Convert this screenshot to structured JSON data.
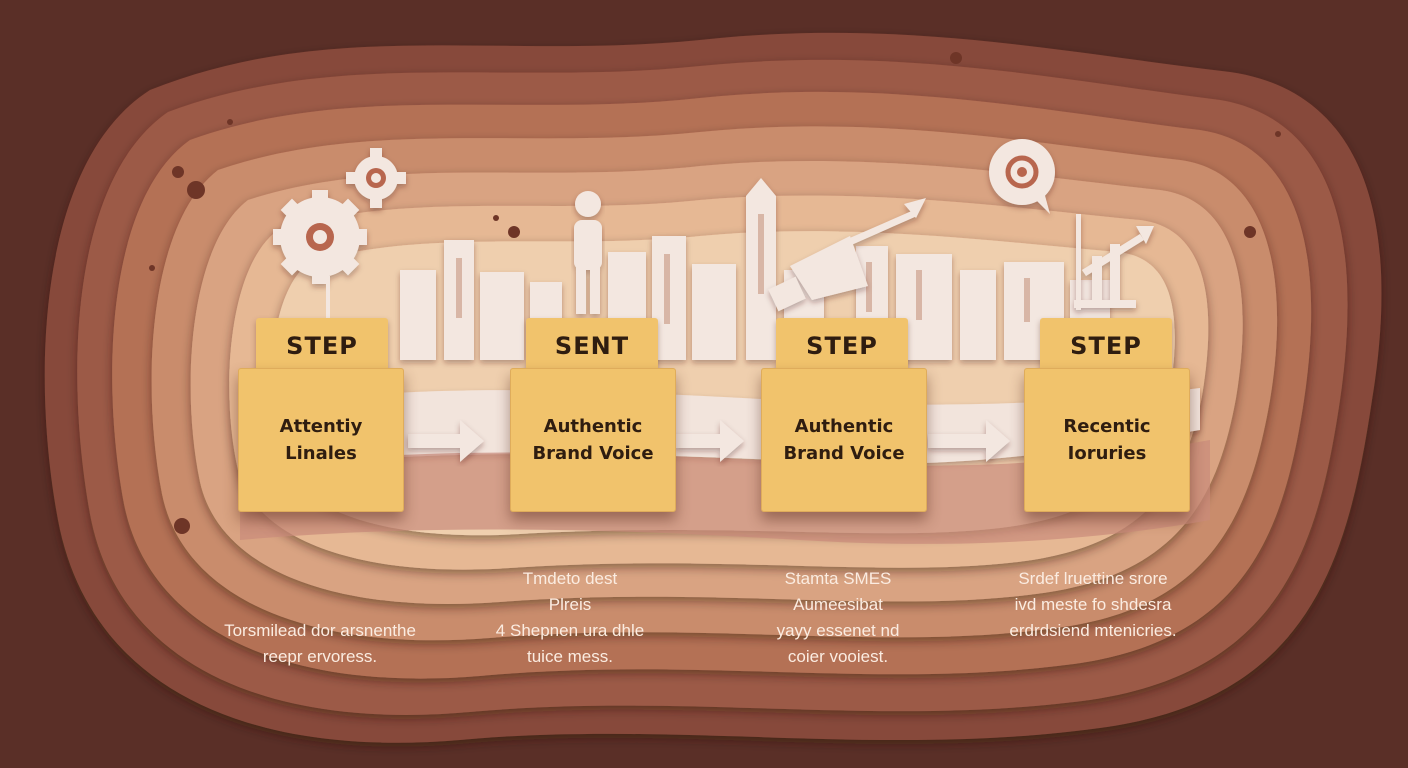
{
  "steps": [
    {
      "tab": "STEP",
      "card_lines": [
        "Attentiy",
        "Linales"
      ],
      "desc_lines": [
        "Torsmilead dor arsnenthe",
        "reepr ervoress."
      ],
      "icon": "gear-icon"
    },
    {
      "tab": "SENT",
      "card_lines": [
        "Authentic",
        "Brand Voice"
      ],
      "desc_lines": [
        "Tmdeto dest",
        "Plreis",
        "4 Shepnen ura dhle",
        "tuice mess."
      ],
      "icon": "person-icon"
    },
    {
      "tab": "STEP",
      "card_lines": [
        "Authentic",
        "Brand Voice"
      ],
      "desc_lines": [
        "Stamta SMES",
        "Aumeesibat",
        "yayy essenet nd",
        "coier vooiest."
      ],
      "icon": "megaphone-icon"
    },
    {
      "tab": "STEP",
      "card_lines": [
        "Recentic",
        "Ioruries"
      ],
      "desc_lines": [
        "Srdef lruettine srore",
        "ivd meste fo shdesra",
        "erdrdsiend mtenicries."
      ],
      "icon": "growth-chart-icon"
    }
  ],
  "colors": {
    "background": "#5a2f27",
    "card": "#f1c36c",
    "paper": "#f2e4dc",
    "text_dark": "#2f1d10",
    "text_light": "#fbece1"
  }
}
